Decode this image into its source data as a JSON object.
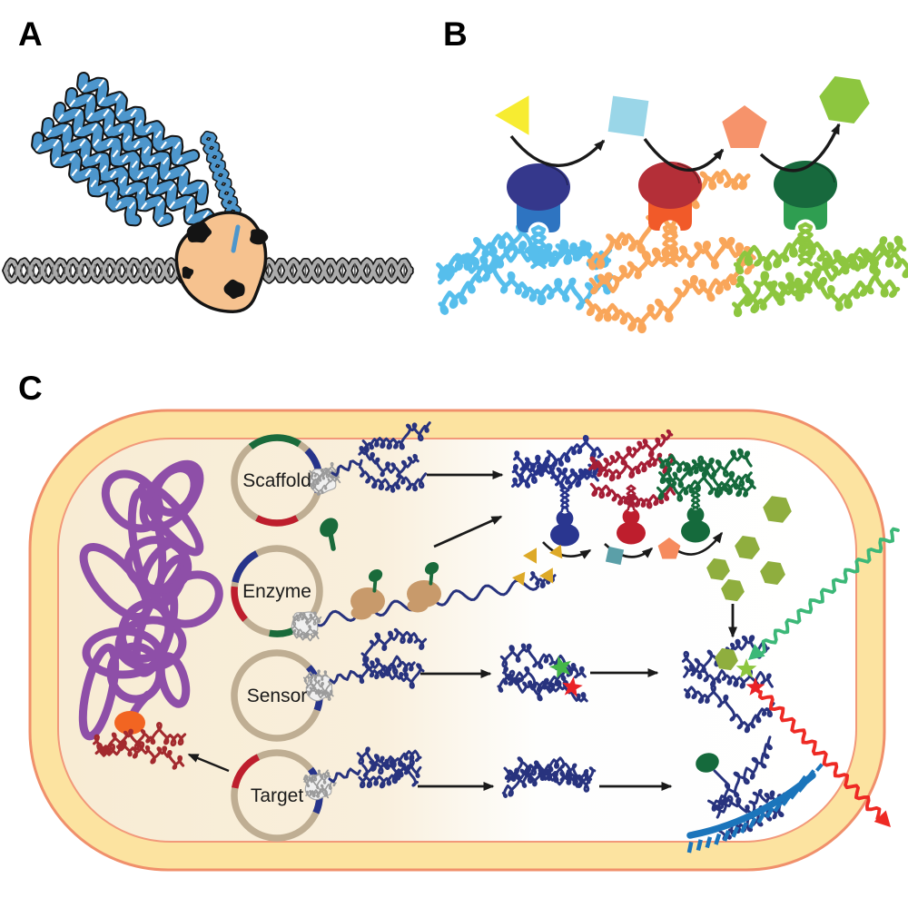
{
  "panels": {
    "a": "A",
    "b": "B",
    "c": "C"
  },
  "plasmids": [
    {
      "label": "Scaffold"
    },
    {
      "label": "Enzyme"
    },
    {
      "label": "Sensor"
    },
    {
      "label": "Target"
    }
  ],
  "substrate_shapes": [
    "triangle",
    "square",
    "pentagon",
    "hexagon"
  ],
  "icons": [
    "rna-polymerase-icon",
    "ribosome-icon",
    "green-protein-icon",
    "green-star-icon",
    "red-star-icon",
    "metabolite-hexagon-icon",
    "excitation-wave-arrow-icon",
    "emission-wave-arrow-icon"
  ],
  "colors": {
    "panel_label": "#000000",
    "dna_strand_gray": "#ABABAB",
    "rna_fold_blue": "#4D96CC",
    "polymerase_tan": "#F6C28F",
    "scaffold_rna_blue": "#56BEEC",
    "scaffold_rna_orange": "#F9A65A",
    "scaffold_rna_green": "#8DC63F",
    "enzyme1_head": "#35388C",
    "enzyme1_body": "#2E74C1",
    "enzyme2_head": "#B42F38",
    "enzyme2_body": "#F15A29",
    "enzyme3_head": "#17693D",
    "enzyme3_body": "#2F9E51",
    "substrate_triangle": "#F7EC31",
    "substrate_square": "#9AD6E8",
    "substrate_pentagon": "#F6936B",
    "substrate_hexagon": "#8DC63F",
    "membrane_fill": "#FCE3A0",
    "membrane_edge": "#F0906B",
    "membrane_edge_inner": "#F2997A",
    "cytoplasm_cream": "#F8ECD4",
    "nucleoid_purple": "#8E4FA8",
    "rnap_orange": "#F26522",
    "genomic_rna_red": "#A32A2E",
    "plasmid_ring": "#BFAE93",
    "segment_green": "#1A6B3B",
    "segment_blue": "#27348B",
    "segment_red": "#BE1E2D",
    "transcript_navy": "#28337E",
    "ribosome_tan": "#C89A6B",
    "protein_green": "#1A6B3B",
    "cascade_triangle_gold": "#DDA927",
    "cascade_square_teal": "#5B9FA8",
    "cascade_pentagon_orange": "#F68B5E",
    "cascade_hexagon_olive": "#8FAE3E",
    "scaffold_seg_navy": "#27348B",
    "scaffold_seg_red": "#A51E36",
    "scaffold_seg_green": "#156A3C",
    "enzymeC_blue": "#2A3690",
    "enzymeC_red": "#BE1E2D",
    "enzymeC_green": "#156A3C",
    "star_green": "#45B649",
    "star_green_activated": "#8DC63F",
    "star_red": "#EA2227",
    "excitation_green": "#3CB878",
    "emission_red": "#EE2A24",
    "mrna_comb_blue": "#1B75BB",
    "arrow_black": "#1A1A1A",
    "rnap_gray": "#9B9B9B",
    "outline_black": "#141414"
  }
}
